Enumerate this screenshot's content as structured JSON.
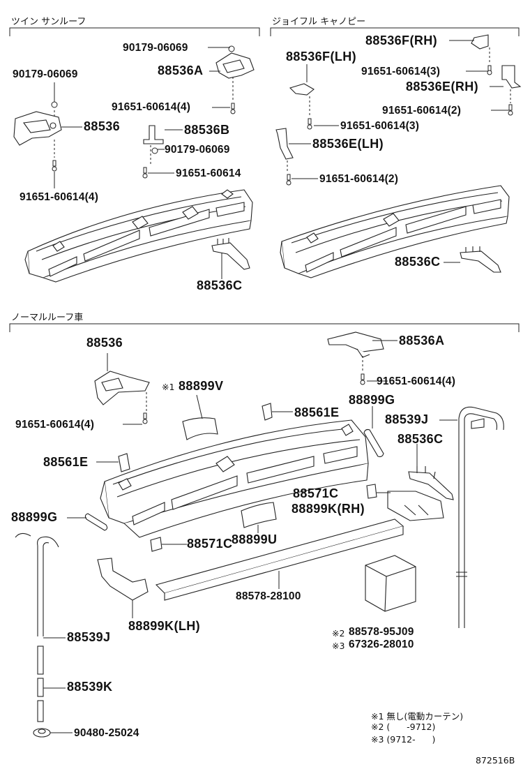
{
  "sections": {
    "twin": "ツイン サンルーフ",
    "joyful": "ジョイフル キャノピー",
    "normal": "ノーマルルーフ車"
  },
  "twin_labels": {
    "l1": "90179-06069",
    "l2": "88536A",
    "l3": "90179-06069",
    "l4": "91651-60614(4)",
    "l5": "88536",
    "l6": "88536B",
    "l7": "90179-06069",
    "l8": "91651-60614",
    "l9": "91651-60614(4)",
    "l10": "88536C"
  },
  "joyful_labels": {
    "l1": "88536F(RH)",
    "l2": "88536F(LH)",
    "l3": "91651-60614(3)",
    "l4": "88536E(RH)",
    "l5": "91651-60614(2)",
    "l6": "91651-60614(3)",
    "l7": "88536E(LH)",
    "l8": "91651-60614(2)",
    "l9": "88536C"
  },
  "normal_labels": {
    "l1": "88536",
    "l2": "88536A",
    "l3": "88899V",
    "l3_mark": "※1",
    "l4": "91651-60614(4)",
    "l5": "88561E",
    "l6": "88899G",
    "l7": "91651-60614(4)",
    "l8": "88539J",
    "l9": "88561E",
    "l10": "88536C",
    "l11": "88571C",
    "l12": "88899K(RH)",
    "l13": "88899G",
    "l14": "88899U",
    "l15": "88571C",
    "l16": "88578-28100",
    "l17": "88899K(LH)",
    "l18": "88539J",
    "l19": "88578-95J09",
    "l19_mark": "※2",
    "l20": "67326-28010",
    "l20_mark": "※3",
    "l21": "88539K",
    "l22": "90480-25024"
  },
  "notes": {
    "n1": "※1 無し(電動カーテン)",
    "n2": "※2 (      -9712)",
    "n3": "※3 (9712-      )"
  },
  "diagram_code": "872516B"
}
